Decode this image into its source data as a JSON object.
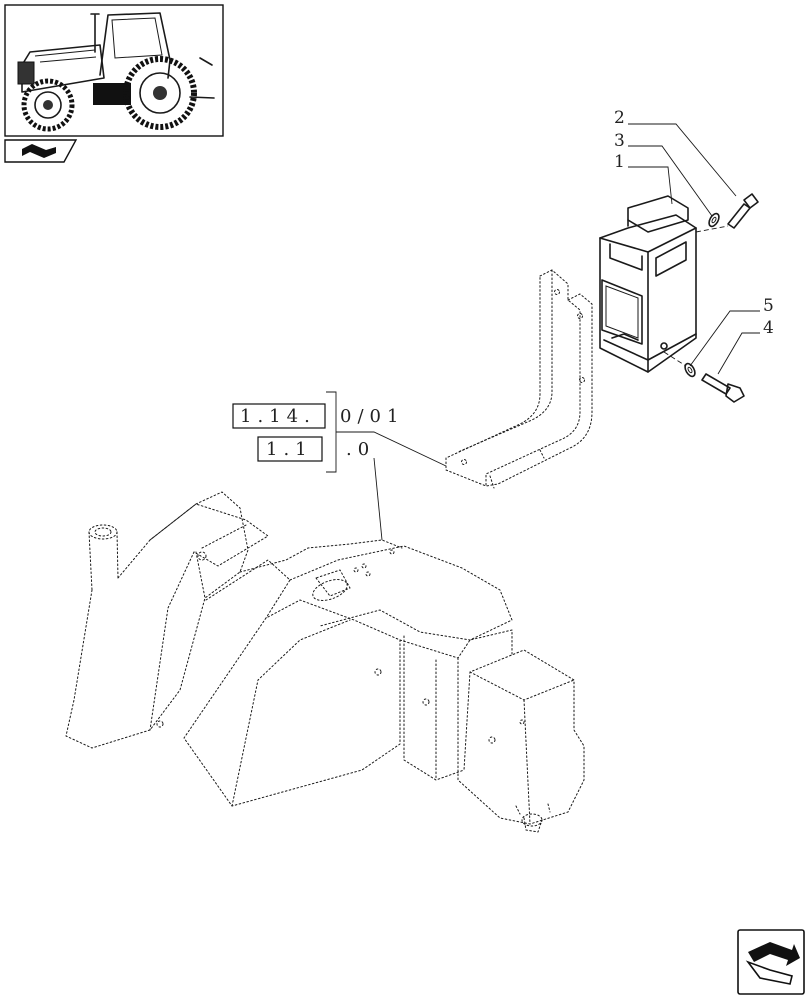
{
  "callouts": [
    {
      "num": "2"
    },
    {
      "num": "3"
    },
    {
      "num": "1"
    },
    {
      "num": "5"
    },
    {
      "num": "4"
    }
  ],
  "references": {
    "ref_a_box": "1.14.",
    "ref_a_suffix": "0/01",
    "ref_b_box": "1.1",
    "ref_b_suffix": ".0"
  },
  "icons": {
    "thumbnail": "tractor-thumbnail-icon",
    "section": "section-book-icon",
    "navigation": "next-page-arrow-icon"
  }
}
